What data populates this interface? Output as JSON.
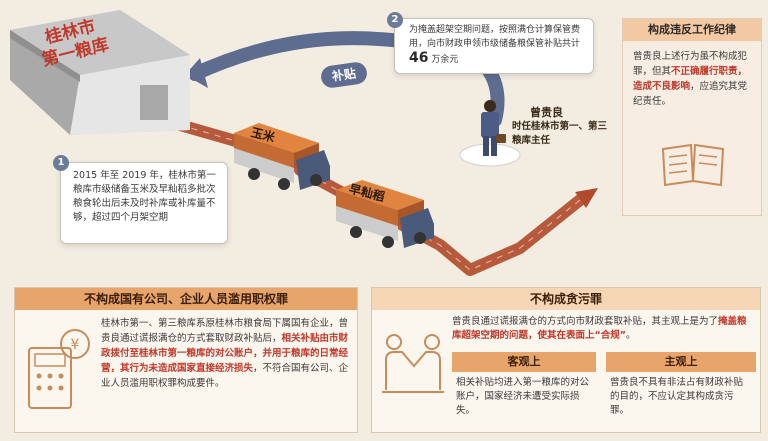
{
  "building": {
    "label_line1": "桂林市",
    "label_line2": "第一粮库"
  },
  "step1": {
    "number": "1",
    "text": "2015 年至 2019 年，桂林市第一粮库市级储备玉米及早籼稻多批次粮食轮出后未及时补库或补库量不够，超过四个月架空期"
  },
  "step2": {
    "number": "2",
    "text_before": "为掩盖超架空期问题，按照满仓计算保管费用，向市财政申领市级储备粮保管补贴共计",
    "amount": "46",
    "unit": "万余元"
  },
  "subsidy_arrow": {
    "label": "补贴"
  },
  "person": {
    "name": "曾贵良",
    "title": "时任桂林市第一、第三粮库主任"
  },
  "trucks": [
    {
      "cargo": "玉米"
    },
    {
      "cargo": "早籼稻"
    }
  ],
  "sidebar": {
    "heading": "构成违反工作纪律",
    "text_before": "曾贵良上述行为虽不构成犯罪，但其",
    "text_red": "不正确履行职责，造成不良影响",
    "text_after": "，应追究其党纪责任。",
    "icon": "book-icon"
  },
  "left_panel": {
    "heading": "不构成国有公司、企业人员滥用职权罪",
    "text_before": "桂林市第一、第三粮库系原桂林市粮食局下属国有企业，曾贵良通过谎报满仓的方式套取财政补贴后，",
    "text_red": "相关补贴由市财政拨付至桂林市第一粮库的对公账户，并用于粮库的日常经营，其行为未造成国家直接经济损失",
    "text_after": "，不符合国有公司、企业人员滥用职权罪构成要件。",
    "icon": "calculator-money-icon"
  },
  "right_panel": {
    "heading": "不构成贪污罪",
    "intro_before": "曾贵良通过谎报满仓的方式向市财政套取补贴，其主观上是为了",
    "intro_red": "掩盖粮库超架空期的问题，使其在表面上“合规”",
    "intro_after": "。",
    "objective": {
      "heading": "客观上",
      "text": "相关补贴均进入第一粮库的对公账户，国家经济未遭受实际损失。"
    },
    "subjective": {
      "heading": "主观上",
      "text": "曾贵良不具有非法占有财政补贴的目的，不应认定其构成贪污罪。"
    },
    "icon": "handshake-icon"
  },
  "colors": {
    "accent": "#e8a56b",
    "red": "#c0392b",
    "arrow": "#a04a2a",
    "blue": "#6b7b99"
  }
}
